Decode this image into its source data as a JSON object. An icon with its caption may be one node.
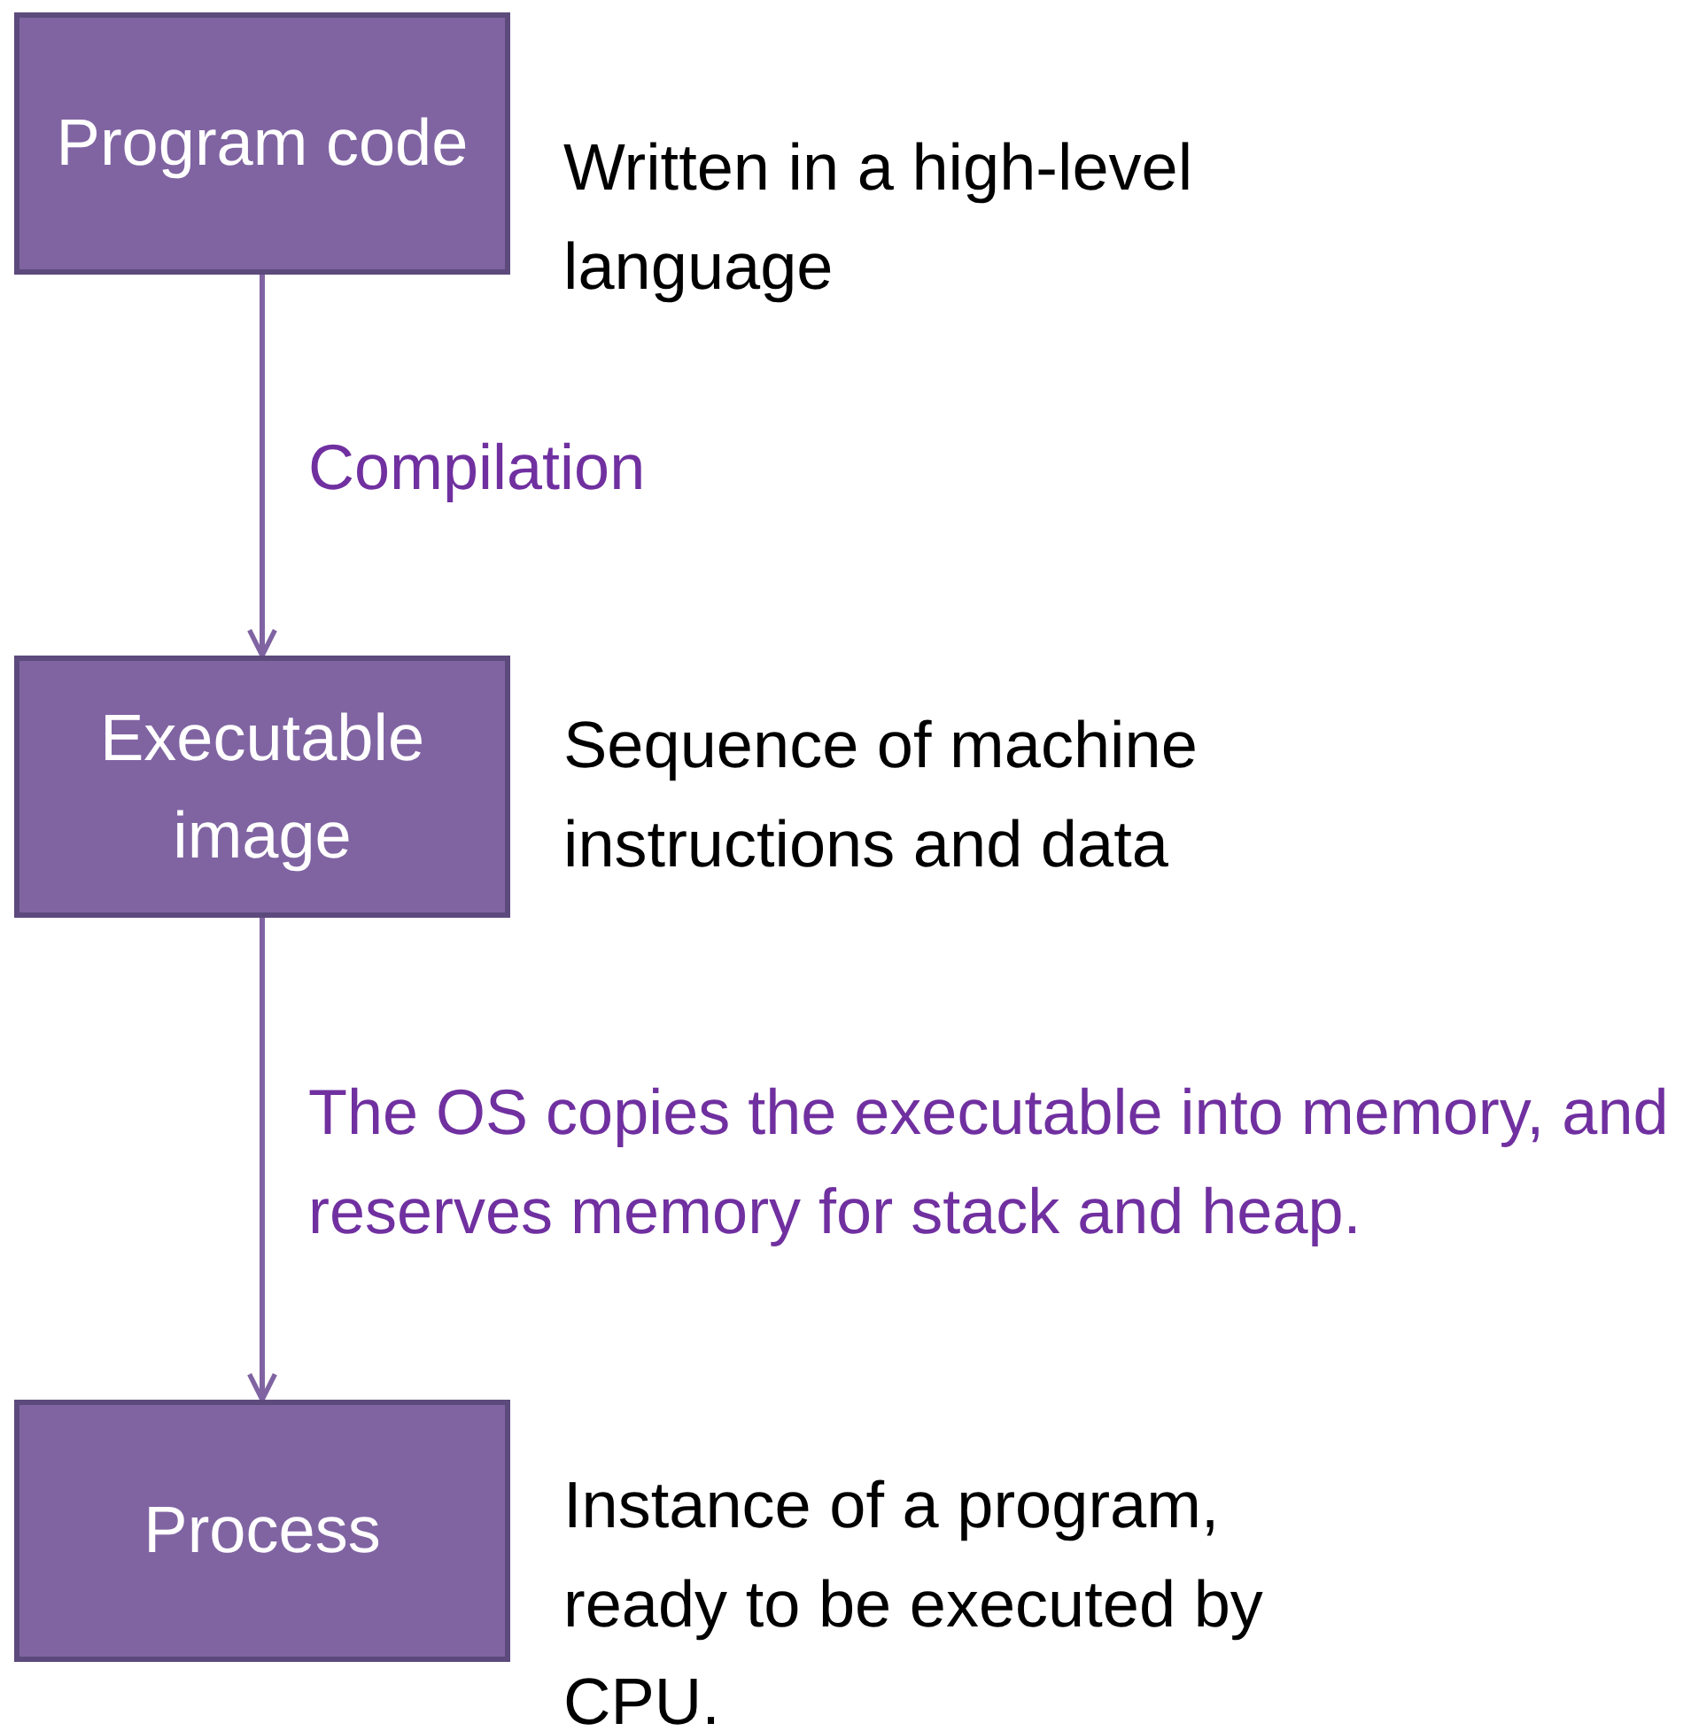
{
  "diagram": {
    "nodes": [
      {
        "text": [
          "Program code"
        ],
        "beside": [
          "Written in a high-level language"
        ]
      },
      {
        "text": [
          "Executable image"
        ],
        "beside": [
          "Sequence of machine instructions and data"
        ]
      },
      {
        "text": [
          "Process"
        ],
        "beside": [
          "Instance of a program, ready to be executed by CPU."
        ]
      }
    ],
    "edges": [
      {
        "from": 0,
        "to": 1,
        "arrow": "to",
        "label": "Compilation"
      },
      {
        "from": 1,
        "to": 2,
        "arrow": "to",
        "label": "The OS copies the executable into memory, and reserves memory for stack and heap."
      }
    ]
  }
}
